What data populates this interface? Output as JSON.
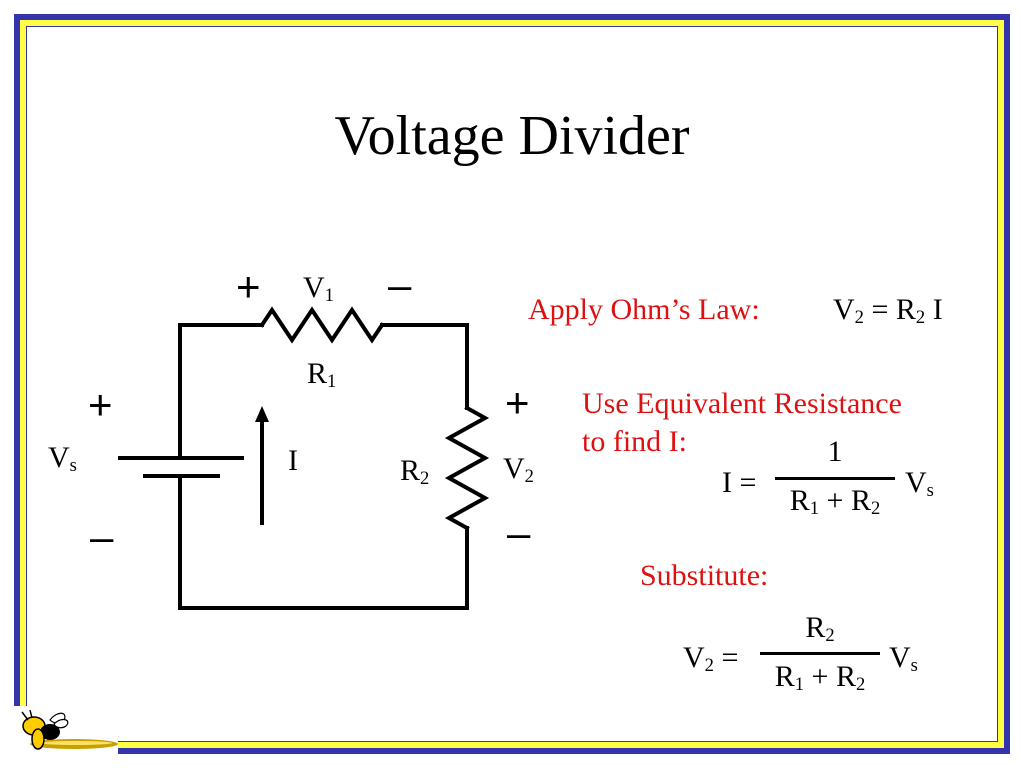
{
  "slide": {
    "title": "Voltage Divider",
    "colors": {
      "frame_blue": "#3333aa",
      "frame_yellow": "#ffff44",
      "text_red": "#dd1111"
    }
  },
  "circuit": {
    "v1": {
      "main": "V",
      "sub": "1"
    },
    "r1": {
      "main": "R",
      "sub": "1"
    },
    "vs": {
      "main": "V",
      "sub": "s"
    },
    "current": "I",
    "r2": {
      "main": "R",
      "sub": "2"
    },
    "v2": {
      "main": "V",
      "sub": "2"
    },
    "plus": "+",
    "minus": "–"
  },
  "equations": {
    "ohm_label": "Apply Ohm’s Law:",
    "ohm_eq": {
      "a": "V",
      "a_sub": "2",
      "eq": " = R",
      "b_sub": "2",
      "tail": " I"
    },
    "equiv_line1": "Use Equivalent Resistance",
    "equiv_line2": "to find I:",
    "i_eq": {
      "lhs": "I =",
      "numerator": "1",
      "den": {
        "a": "R",
        "a_sub": "1",
        "mid": " + R",
        "b_sub": "2"
      },
      "rhs": {
        "main": "V",
        "sub": "s"
      }
    },
    "substitute_label": "Substitute:",
    "v2_eq": {
      "lhs": {
        "main": "V",
        "sub": "2",
        "tail": " ="
      },
      "numerator": {
        "main": "R",
        "sub": "2"
      },
      "den": {
        "a": "R",
        "a_sub": "1",
        "mid": " + R",
        "b_sub": "2"
      },
      "rhs": {
        "main": "V",
        "sub": "s"
      }
    }
  }
}
